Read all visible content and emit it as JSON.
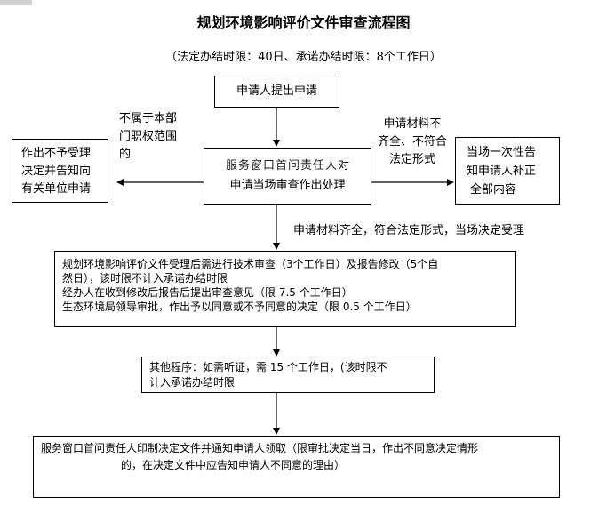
{
  "title": "规划环境影响评价文件审查流程图",
  "subtitle": "（法定办结时限：40日、承诺办结时限：8个工作日）",
  "nodes": {
    "apply": "申请人提出申请",
    "window_line1": "服务窗口首问责任人",
    "window_line1_suffix": "对",
    "window_line2": "申请当场审查作出处理",
    "reject": [
      "作出不予受理",
      "决定并告知向",
      "有关单位申请"
    ],
    "correct": [
      "当场一次性告",
      "知申请人补正",
      "全部内容"
    ],
    "review": [
      "规划环境影响评价文件受理后需进行技术审查（3个工作日）及报告修改（5个自",
      "然日），该时限不计入承诺办结时限",
      " 经办人在收到修改后报告后提出审查意见（限 7.5 个工作日）",
      "生态环境局领导审批，作出予以同意或不予同意的决定（限 0.5 个工作日）"
    ],
    "other": [
      "其他程序：如需听证，需 15 个工作日，(该时限不",
      "计入承诺办结时限"
    ],
    "final": [
      "服务窗口首问责任人印制决定文件并通知申请人领取（限审批决定当日，作出不同意决定情形",
      "的，在决定文件中应告知申请人不同意的理由）"
    ]
  },
  "labels": {
    "not_in_scope": [
      "不属于本部",
      "门职权范围",
      "的"
    ],
    "incomplete": [
      "申请材料不",
      "齐全、不符合",
      "法定形式"
    ],
    "accepted": "申请材料齐全，符合法定形式，当场决定受理"
  }
}
